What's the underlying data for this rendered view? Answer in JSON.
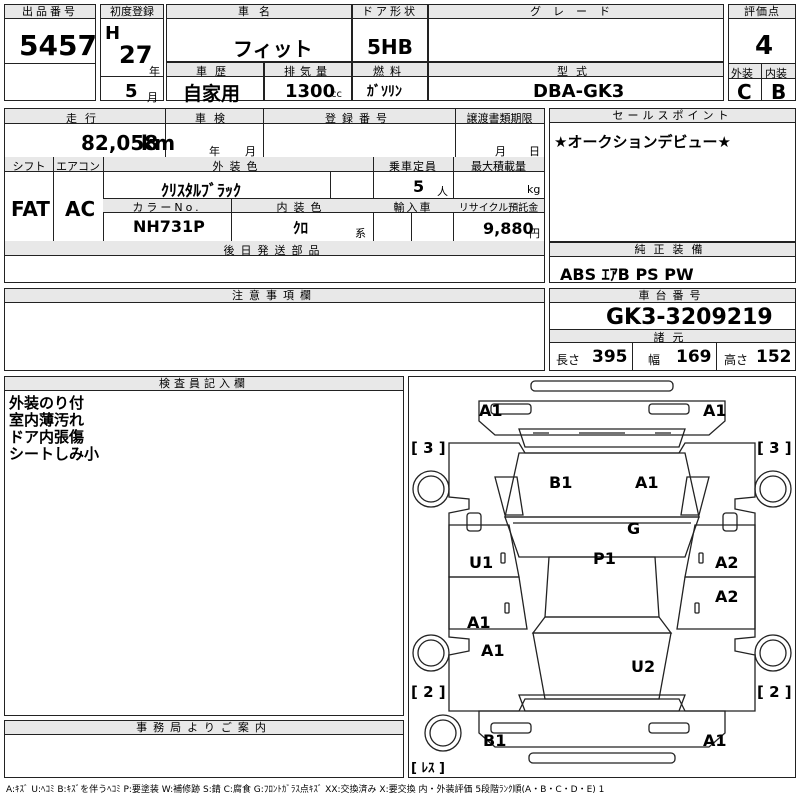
{
  "header": {
    "lot_label": "出品番号",
    "lot_number": "5457",
    "first_reg_label": "初度登録",
    "era": "H",
    "year": "27",
    "year_unit": "年",
    "month": "5",
    "month_unit": "月",
    "car_name_label": "車名",
    "car_name": "フィット",
    "door_label": "ドア形状",
    "door_type": "5HB",
    "grade_label": "グレード",
    "grade": "",
    "score_label": "評価点",
    "score": "4",
    "history_label": "車歴",
    "history": "自家用",
    "displacement_label": "排気量",
    "displacement": "1300",
    "displacement_unit": "cc",
    "fuel_label": "燃料",
    "fuel": "ｶﾞｿﾘﾝ",
    "model_code_label": "型式",
    "model_code": "DBA-GK3",
    "exterior_label": "外装",
    "exterior_grade": "C",
    "interior_label": "内装",
    "interior_grade": "B"
  },
  "spec": {
    "mileage_label": "走行",
    "mileage": "82,058",
    "mileage_unit": "km",
    "inspection_label": "車検",
    "inspection_year_unit": "年",
    "inspection_month_unit": "月",
    "reg_no_label": "登録番号",
    "reg_no": "",
    "transfer_label": "譲渡書類期限",
    "transfer_month_unit": "月",
    "transfer_day_unit": "日",
    "shift_label": "シフト",
    "shift": "FAT",
    "ac_label": "エアコン",
    "ac": "AC",
    "color_label": "外装色",
    "color": "ｸﾘｽﾀﾙﾌﾞﾗｯｸ",
    "capacity_label": "乗車定員",
    "capacity": "5",
    "capacity_unit": "人",
    "load_label": "最大積載量",
    "load_unit": "kg",
    "color_no_label": "カラーNo.",
    "color_no": "NH731P",
    "interior_color_label": "内装色",
    "interior_color": "ｸﾛ",
    "interior_color_unit": "系",
    "import_label": "輸入車",
    "recycle_label": "リサイクル預託金",
    "recycle": "9,880",
    "recycle_unit": "円",
    "later_parts_label": "後日発送部品"
  },
  "sales_point": {
    "label": "セールスポイント",
    "text": "★オークションデビュー★"
  },
  "equipment": {
    "label": "純正装備",
    "text": "ABS ｴｱB PS PW"
  },
  "notes": {
    "label": "注意事項欄"
  },
  "chassis": {
    "label": "車台番号",
    "number": "GK3-3209219",
    "dims_label": "諸元",
    "length_label": "長さ",
    "length": "395",
    "width_label": "幅",
    "width": "169",
    "height_label": "高さ",
    "height": "152"
  },
  "inspector": {
    "label": "検査員記入欄",
    "lines": [
      "外装のり付",
      "室内薄汚れ",
      "ドア内張傷",
      "シートしみ小"
    ]
  },
  "office": {
    "label": "事務局よりご案内"
  },
  "diagram": {
    "marks": {
      "front_left": "A1",
      "front_right": "A1",
      "hood_left": "B1",
      "hood_right": "A1",
      "windshield": "G",
      "roof": "P1",
      "left_front_door": "U1",
      "right_front_door": "A2",
      "right_rear_door": "A2",
      "left_rear_door": "A1",
      "left_rear_quarter": "A1",
      "trunk": "U2",
      "rear_left": "B1",
      "rear_right": "A1"
    },
    "tire_fl": "3",
    "tire_fr": "3",
    "tire_rl": "2",
    "tire_rr": "2",
    "spare": "ﾚｽ"
  },
  "legend": "A:ｷｽﾞ U:ﾍｺﾐ B:ｷｽﾞを伴うﾍｺﾐ P:要塗装 W:補修跡 S:錆 C:腐食 G:ﾌﾛﾝﾄｶﾞﾗｽ点ｷｽﾞ XX:交換済み X:要交換 内・外装評価 5段階ﾗﾝｸ順(A・B・C・D・E) 1"
}
